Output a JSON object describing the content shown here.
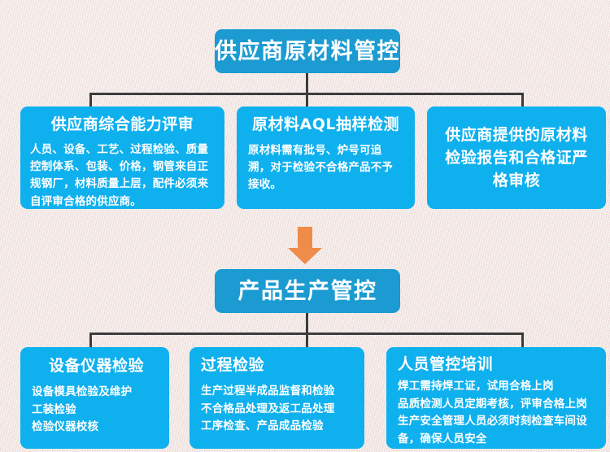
{
  "diagram": {
    "title_flow": "供应商原材料管控 → 产品生产管控",
    "colors": {
      "background": "#f4e8e6",
      "header_box": "#1b9bd1",
      "child_box": "#0fb0ee",
      "connector": "#3c3c3c",
      "arrow": "#ee8d4a",
      "text": "#ffffff"
    }
  },
  "level1": {
    "title": "供应商原材料管控"
  },
  "level1_children": [
    {
      "title": "供应商综合能力评审",
      "body": "人员、设备、工艺、过程检验、质量控制体系、包装、价格，钢管来自正规钢厂，材料质量上层，配件必须来自评审合格的供应商。"
    },
    {
      "title": "原材料AQL抽样检测",
      "body": "原材料需有批号、炉号可追溯，对于检验不合格产品不予接收。"
    },
    {
      "title": "供应商提供的原材料检验报告和合格证严格审核",
      "body": ""
    }
  ],
  "arrow": {
    "icon": "arrow-down-icon",
    "direction": "down"
  },
  "level2": {
    "title": "产品生产管控"
  },
  "level2_children": [
    {
      "title": "设备仪器检验",
      "lines": [
        "设备模具检验及维护",
        "工装检验",
        "检验仪器校核"
      ]
    },
    {
      "title": "过程检验",
      "lines": [
        "生产过程半成品监督和检验",
        "不合格品处理及返工品处理",
        "工序检查、产品成品检验"
      ]
    },
    {
      "title": "人员管控培训",
      "lines": [
        "焊工需持焊工证，试用合格上岗",
        "品质检测人员定期考核，评审合格上岗",
        "生产安全管理人员必须时刻检查车间设备，确保人员安全"
      ]
    }
  ]
}
